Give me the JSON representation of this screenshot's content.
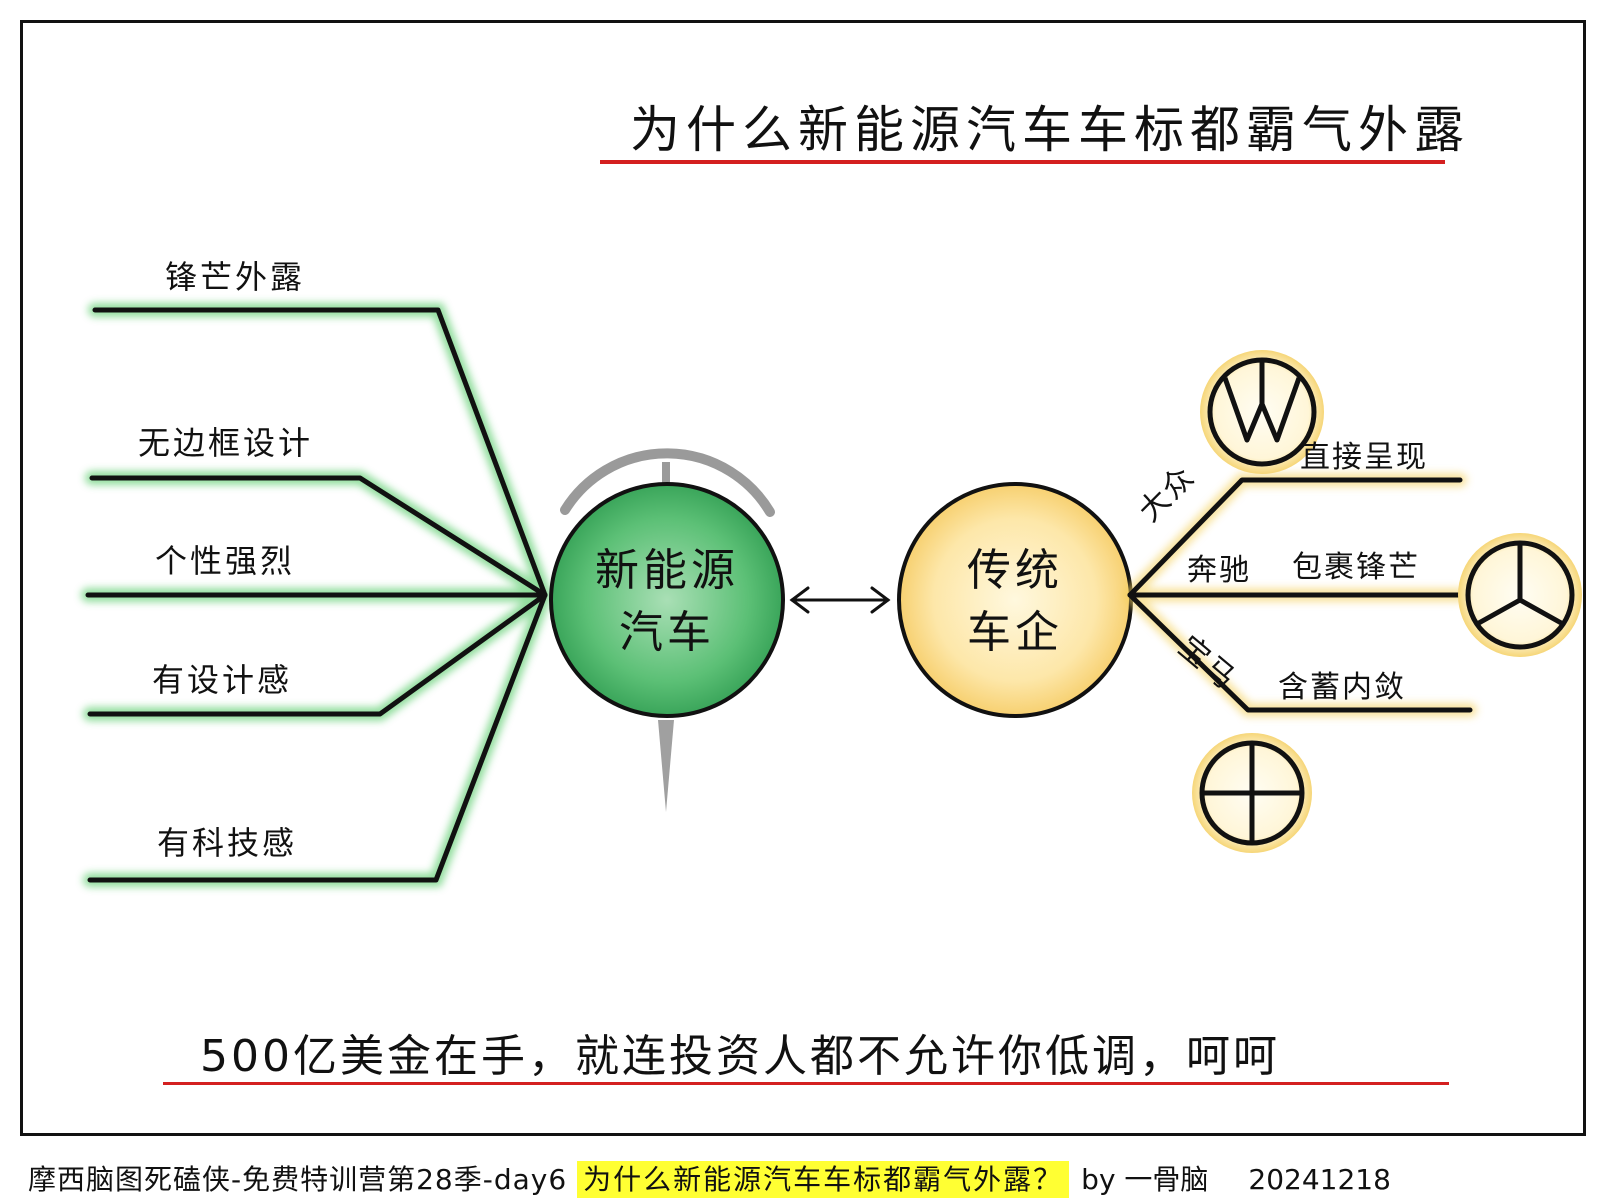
{
  "title": "为什么新能源汽车车标都霸气外露",
  "nodes": {
    "new_energy": {
      "line1": "新能源",
      "line2": "汽车"
    },
    "traditional": {
      "line1": "传统",
      "line2": "车企"
    }
  },
  "left_branches": [
    "锋芒外露",
    "无边框设计",
    "个性强烈",
    "有设计感",
    "有科技感"
  ],
  "right_branches": {
    "vw": {
      "brand": "大众",
      "trait": "直接呈现"
    },
    "benz": {
      "brand": "奔驰",
      "trait": "包裹锋芒"
    },
    "bmw": {
      "brand": "宝马",
      "trait": "含蓄内敛"
    }
  },
  "bottom_note": "500亿美金在手，就连投资人都不允许你低调，呵呵",
  "footer": {
    "left": "摩西脑图死磕侠-免费特训营第28季-day6",
    "highlight": "为什么新能源汽车车标都霸气外露？",
    "author": "by 一骨脑",
    "date": "20241218"
  },
  "colors": {
    "green_branch": "#2fa845",
    "green_node": "#49b86a",
    "gold_glow": "#f7d36b",
    "gold_node": "#fbe3a0",
    "red_rule": "#d42020",
    "footer_highlight": "#ffff33"
  }
}
